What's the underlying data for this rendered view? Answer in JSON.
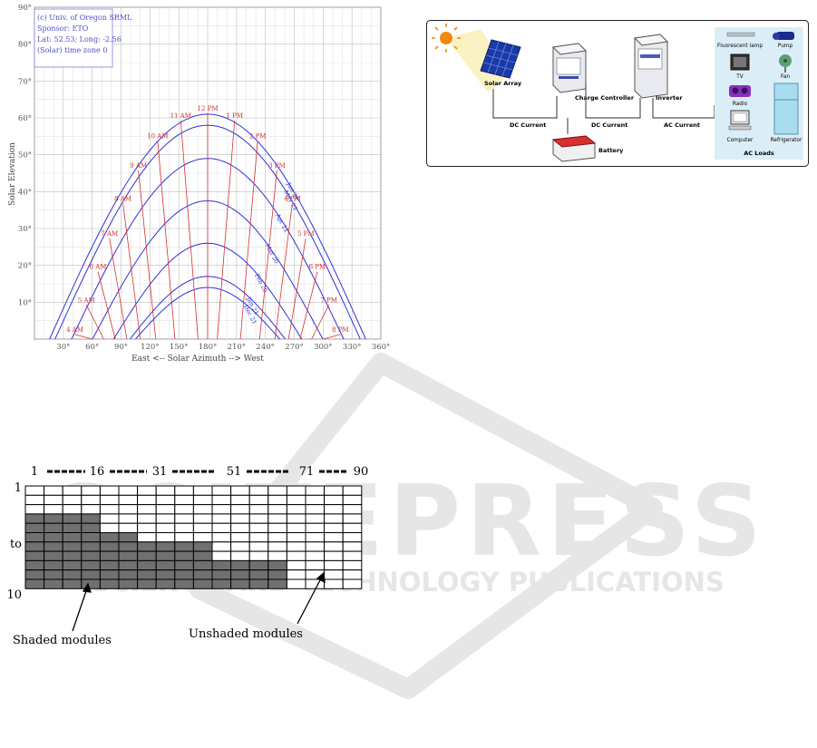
{
  "watermark": {
    "line1": "SCITEPRESS",
    "line2": "SCIENCE AND TECHNOLOGY PUBLICATIONS",
    "color": "#e6e6e6"
  },
  "colors": {
    "sun_path": "#3232d8",
    "hour_line": "#d83030",
    "grid": "#c8c8c8",
    "shade": "#707070"
  },
  "chart_data": [
    {
      "type": "line",
      "xlabel": "East <-- Solar Azimuth --> West",
      "ylabel": "Solar Elevation",
      "xlim": [
        0,
        360
      ],
      "ylim": [
        0,
        90
      ],
      "x_ticks": [
        "30°",
        "60°",
        "90°",
        "120°",
        "150°",
        "180°",
        "210°",
        "240°",
        "270°",
        "300°",
        "330°",
        "360°"
      ],
      "y_ticks": [
        "10°",
        "20°",
        "30°",
        "40°",
        "50°",
        "60°",
        "70°",
        "80°",
        "90°"
      ],
      "info_box": [
        "(c) Univ. of Oregon SRML",
        "Sponsor: ETO",
        "Lat: 52.53; Long: -2.56",
        "(Solar) time zone 0"
      ],
      "series": [
        {
          "peak_elevation": 61
        },
        {
          "peak_elevation": 58
        },
        {
          "peak_elevation": 49
        },
        {
          "peak_elevation": 37.5
        },
        {
          "peak_elevation": 26
        },
        {
          "peak_elevation": 17
        },
        {
          "peak_elevation": 14
        }
      ],
      "series_labels": [
        "Jun 21",
        "May 21",
        "Apr 21",
        "Mar 20",
        "Feb 20",
        "Jan 21",
        "Dec 21"
      ],
      "hour_labels": [
        {
          "text": "12 PM",
          "x": 180,
          "y": 62
        },
        {
          "text": "11 AM",
          "x": 152,
          "y": 60
        },
        {
          "text": "1 PM",
          "x": 208,
          "y": 60
        },
        {
          "text": "10 AM",
          "x": 128,
          "y": 54.5
        },
        {
          "text": "2 PM",
          "x": 232,
          "y": 54.5
        },
        {
          "text": "9 AM",
          "x": 108,
          "y": 46.5
        },
        {
          "text": "3 PM",
          "x": 252,
          "y": 46.5
        },
        {
          "text": "8 AM",
          "x": 92,
          "y": 37.5
        },
        {
          "text": "4 PM",
          "x": 268,
          "y": 37.5
        },
        {
          "text": "7 AM",
          "x": 78,
          "y": 28
        },
        {
          "text": "5 PM",
          "x": 282,
          "y": 28
        },
        {
          "text": "6 AM",
          "x": 66,
          "y": 19
        },
        {
          "text": "6 PM",
          "x": 294,
          "y": 19
        },
        {
          "text": "5 AM",
          "x": 54,
          "y": 10
        },
        {
          "text": "7 PM",
          "x": 306,
          "y": 10
        },
        {
          "text": "4 AM",
          "x": 42,
          "y": 2
        },
        {
          "text": "8 PM",
          "x": 318,
          "y": 2
        }
      ]
    },
    {
      "type": "heatmap",
      "top_labels": [
        "1",
        "16",
        "31",
        "51",
        "71",
        "90"
      ],
      "left_labels": [
        "1",
        "to",
        "10"
      ],
      "columns": 18,
      "rows": 11,
      "shaded_columns_per_row": [
        0,
        0,
        0,
        4,
        4,
        6,
        10,
        10,
        14,
        14,
        14
      ],
      "annotations": [
        "Shaded modules",
        "Unshaded modules"
      ]
    }
  ],
  "diagram": {
    "labels": {
      "solar_array": "Solar Array",
      "charge_controller": "Charge Controller",
      "inverter": "Inverter",
      "battery": "Battery",
      "dc_current_1": "DC Current",
      "dc_current_2": "DC Current",
      "ac_current": "AC Current",
      "ac_loads": "AC Loads"
    },
    "loads": [
      "Fluorescent lamp",
      "Pump",
      "TV",
      "Fan",
      "Radio",
      "Computer",
      "Refrigerator"
    ],
    "panel_color": "#dbeef8"
  }
}
